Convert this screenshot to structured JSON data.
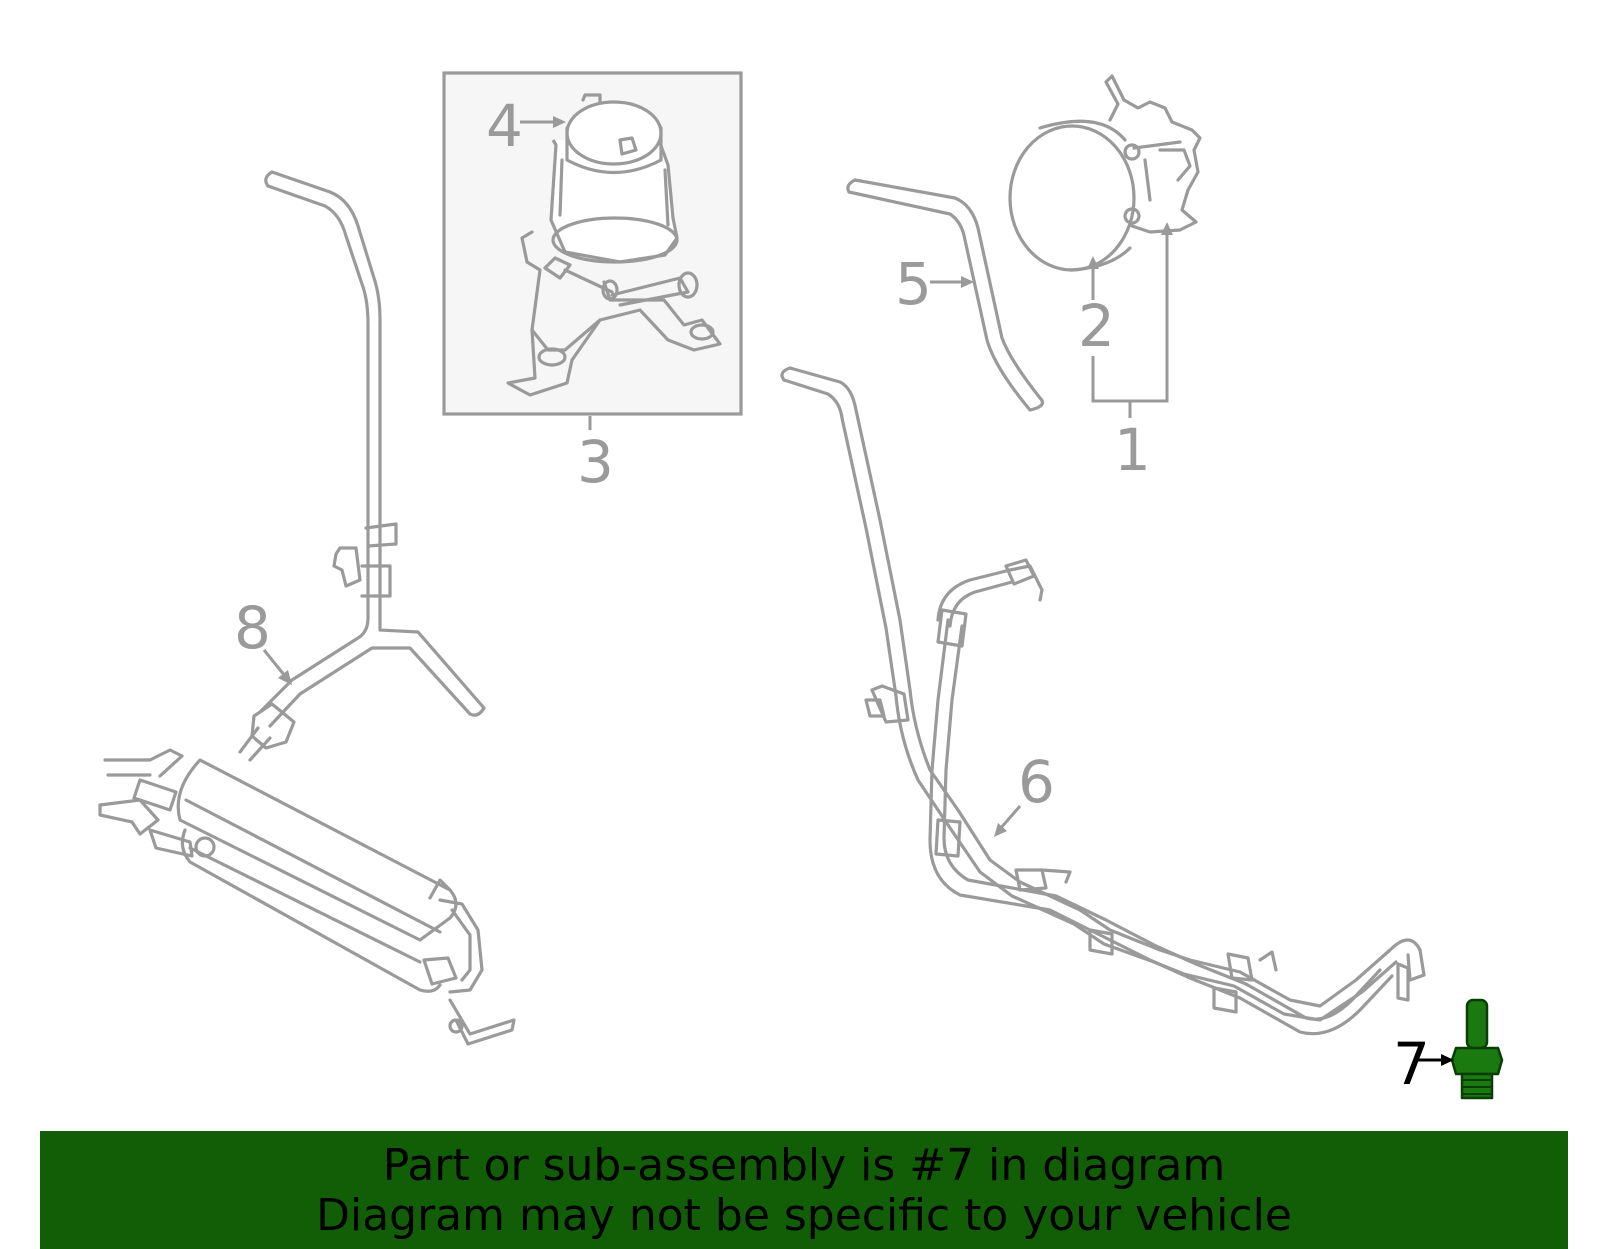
{
  "callouts": {
    "c1": "1",
    "c2": "2",
    "c3": "3",
    "c4": "4",
    "c5": "5",
    "c6": "6",
    "c7": "7",
    "c8": "8"
  },
  "highlight_callout": "7",
  "colors": {
    "line_art": "#9a9a9a",
    "highlight_part": "#1a7a10",
    "banner_background": "#115e07",
    "inset_background": "#f6f6f6"
  },
  "banner": {
    "line1": "Part or sub-assembly is #7 in diagram",
    "line2": "Diagram may not be specific to your vehicle"
  }
}
